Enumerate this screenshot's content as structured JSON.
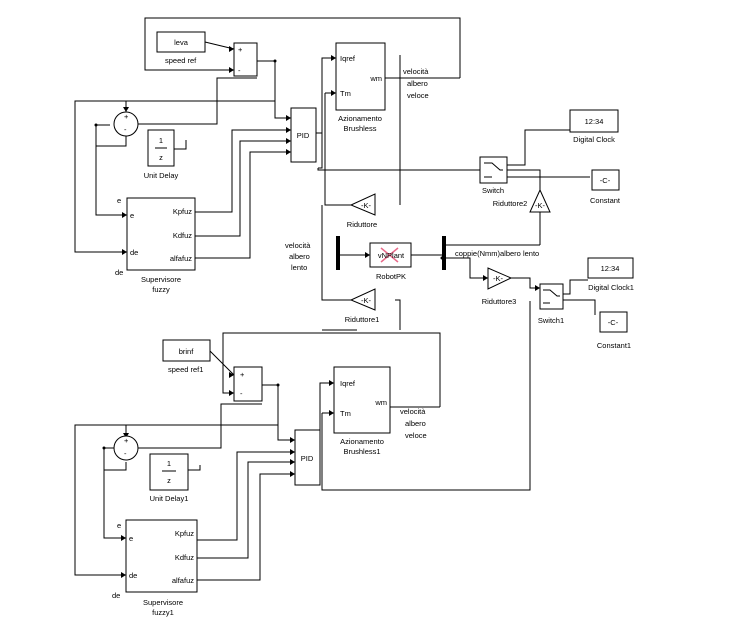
{
  "blocks": {
    "leva": {
      "name": "leva",
      "caption": "speed ref"
    },
    "brinf": {
      "name": "brinf",
      "caption": "speed ref1"
    },
    "sum_top": {
      "plus": "+",
      "minus": "-"
    },
    "sum_bot": {
      "plus": "+",
      "minus": "-"
    },
    "sum_fb_top": {
      "plus": "+",
      "minus": "-"
    },
    "sum_fb_bot": {
      "plus": "+",
      "minus": "-"
    },
    "unit_delay": {
      "num": "1",
      "den": "z",
      "caption": "Unit Delay"
    },
    "unit_delay1": {
      "num": "1",
      "den": "z",
      "caption": "Unit Delay1"
    },
    "pid_top": {
      "label": "PID"
    },
    "pid_bot": {
      "label": "PID"
    },
    "az_top": {
      "in1": "Iqref",
      "in2": "Tm",
      "out": "wm",
      "caption1": "Azionamento",
      "caption2": "Brushless"
    },
    "az_bot": {
      "in1": "Iqref",
      "in2": "Tm",
      "out": "wm",
      "caption1": "Azionamento",
      "caption2": "Brushless1"
    },
    "sup_top": {
      "in1": "e",
      "in2": "de",
      "out1": "Kpfuz",
      "out2": "Kdfuz",
      "out3": "alfafuz",
      "caption1": "Supervisore",
      "caption2": "fuzzy"
    },
    "sup_bot": {
      "in1": "e",
      "in2": "de",
      "out1": "Kpfuz",
      "out2": "Kdfuz",
      "out3": "alfafuz",
      "caption1": "Supervisore",
      "caption2": "fuzzy1"
    },
    "riduttore": {
      "gain": "-K-",
      "caption": "Riduttore"
    },
    "riduttore1": {
      "gain": "-K-",
      "caption": "Riduttore1"
    },
    "riduttore2": {
      "gain": "-K-",
      "caption": "Riduttore2"
    },
    "riduttore3": {
      "gain": "-K-",
      "caption": "Riduttore3"
    },
    "robot": {
      "label": "vNPlant",
      "caption": "RobotPK"
    },
    "clock": {
      "time": "12:34",
      "caption": "Digital Clock"
    },
    "clock1": {
      "time": "12:34",
      "caption": "Digital Clock1"
    },
    "const": {
      "value": "-C-",
      "caption": "Constant"
    },
    "const1": {
      "value": "-C-",
      "caption": "Constant1"
    },
    "switch": {
      "caption": "Switch"
    },
    "switch1": {
      "caption": "Switch1"
    }
  },
  "signals": {
    "vel_veloce_top": [
      "velocità",
      "albero",
      "veloce"
    ],
    "vel_veloce_bot": [
      "velocità",
      "albero",
      "veloce"
    ],
    "vel_lento": [
      "velocità",
      "albero",
      "lento"
    ],
    "coppie": "coppie(Nmm)albero lento",
    "e_top": "e",
    "de_top": "de",
    "e_bot": "e",
    "de_bot": "de"
  }
}
